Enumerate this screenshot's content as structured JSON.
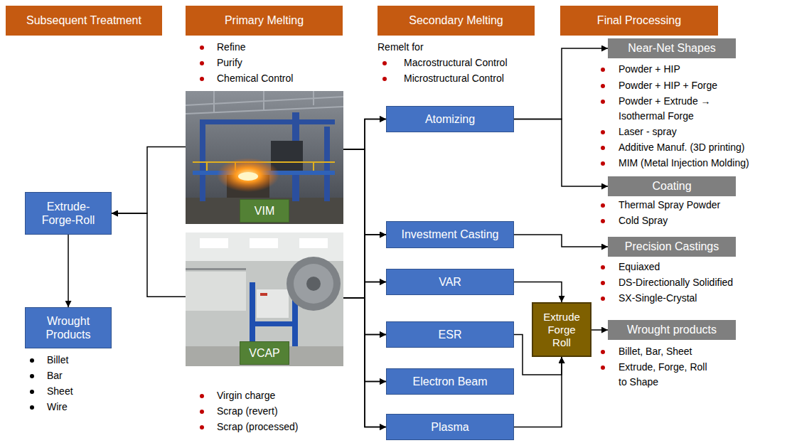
{
  "diagram": {
    "nodes": [
      {
        "text": [
          "Subsequent Treatment"
        ]
      },
      {
        "text": [
          "Primary Melting"
        ]
      },
      {
        "text": [
          "Secondary Melting"
        ]
      },
      {
        "text": [
          "Final Processing"
        ]
      },
      {
        "text": [
          "VIM"
        ]
      },
      {
        "text": [
          "VCAP"
        ]
      },
      {
        "text": [
          "Extrude-Forge-Roll"
        ]
      },
      {
        "text": [
          "Wrought Products"
        ]
      },
      {
        "text": [
          "Atomizing"
        ]
      },
      {
        "text": [
          "Investment Casting"
        ]
      },
      {
        "text": [
          "VAR"
        ]
      },
      {
        "text": [
          "ESR"
        ]
      },
      {
        "text": [
          "Electron Beam"
        ]
      },
      {
        "text": [
          "Plasma"
        ]
      },
      {
        "text": [
          "Extrude Forge Roll"
        ]
      },
      {
        "text": [
          "Near-Net Shapes"
        ]
      },
      {
        "text": [
          "Coating"
        ]
      },
      {
        "text": [
          "Precision Castings"
        ]
      },
      {
        "text": [
          "Wrought products"
        ]
      }
    ],
    "edges": [
      {
        "from": 4,
        "to": 6,
        "arrow": "to"
      },
      {
        "from": 5,
        "to": 6,
        "arrow": "to"
      },
      {
        "from": 6,
        "to": 7,
        "arrow": "to"
      },
      {
        "from": 4,
        "to": 8,
        "arrow": "to"
      },
      {
        "from": 4,
        "to": 9,
        "arrow": "to"
      },
      {
        "from": 4,
        "to": 10,
        "arrow": "to"
      },
      {
        "from": 4,
        "to": 11,
        "arrow": "to"
      },
      {
        "from": 4,
        "to": 12,
        "arrow": "to"
      },
      {
        "from": 4,
        "to": 13,
        "arrow": "to"
      },
      {
        "from": 5,
        "to": 8,
        "arrow": "to"
      },
      {
        "from": 5,
        "to": 9,
        "arrow": "to"
      },
      {
        "from": 5,
        "to": 10,
        "arrow": "to"
      },
      {
        "from": 5,
        "to": 11,
        "arrow": "to"
      },
      {
        "from": 5,
        "to": 12,
        "arrow": "to"
      },
      {
        "from": 5,
        "to": 13,
        "arrow": "to"
      },
      {
        "from": 8,
        "to": 15,
        "arrow": "to"
      },
      {
        "from": 8,
        "to": 16,
        "arrow": "to"
      },
      {
        "from": 9,
        "to": 17,
        "arrow": "to"
      },
      {
        "from": 10,
        "to": 14,
        "arrow": "to"
      },
      {
        "from": 11,
        "to": 14,
        "arrow": "to"
      },
      {
        "from": 13,
        "to": 14,
        "arrow": "to"
      },
      {
        "from": 14,
        "to": 18,
        "arrow": "to"
      }
    ],
    "labels": [
      "Refine",
      "Purify",
      "Chemical Control",
      "Virgin charge",
      "Scrap (revert)",
      "Scrap (processed)",
      "Remelt for",
      "Macrostructural Control",
      "Microstructural Control",
      "Billet",
      "Bar",
      "Sheet",
      "Wire",
      "Powder + HIP",
      "Powder + HIP + Forge",
      "Powder + Extrude → Isothermal Forge",
      "Laser - spray",
      "Additive Manuf. (3D printing)",
      "MIM (Metal Injection Molding)",
      "Thermal Spray Powder",
      "Cold Spray",
      "Equiaxed",
      "DS-Directionally Solidified",
      "SX-Single-Crystal",
      "Billet, Bar, Sheet",
      "Extrude, Forge, Roll to Shape"
    ]
  }
}
